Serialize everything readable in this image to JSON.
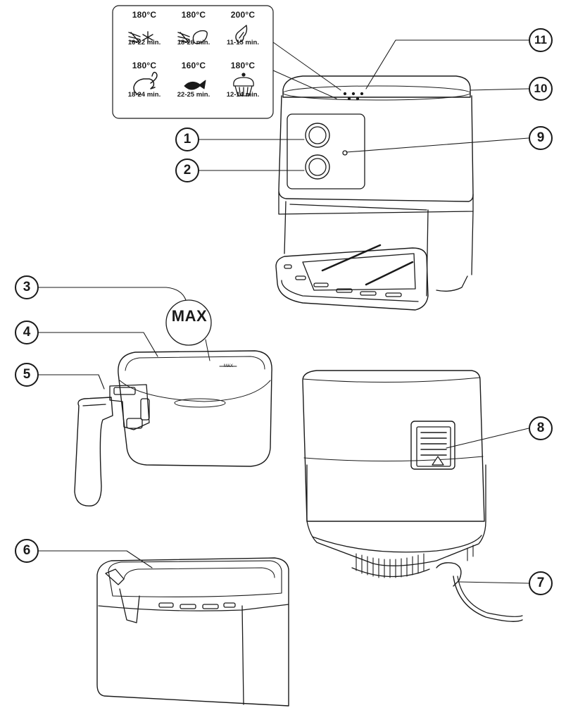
{
  "cooking_guide": [
    {
      "temperature": "180°C",
      "time": "16-22 min.",
      "icon": "fries-frozen-icon"
    },
    {
      "temperature": "180°C",
      "time": "18-26 min.",
      "icon": "fries-potato-icon"
    },
    {
      "temperature": "200°C",
      "time": "11-15 min.",
      "icon": "drumstick-meat-icon"
    },
    {
      "temperature": "180°C",
      "time": "18-24 min.",
      "icon": "chicken-leg-icon"
    },
    {
      "temperature": "160°C",
      "time": "22-25 min.",
      "icon": "fish-icon"
    },
    {
      "temperature": "180°C",
      "time": "12-14 min.",
      "icon": "muffin-icon"
    }
  ],
  "max_label": "MAX",
  "max_mark": "MAX",
  "callouts": [
    "1",
    "2",
    "3",
    "4",
    "5",
    "6",
    "7",
    "8",
    "9",
    "10",
    "11"
  ],
  "colors": {
    "line": "#1a1a1a",
    "background": "#ffffff"
  }
}
